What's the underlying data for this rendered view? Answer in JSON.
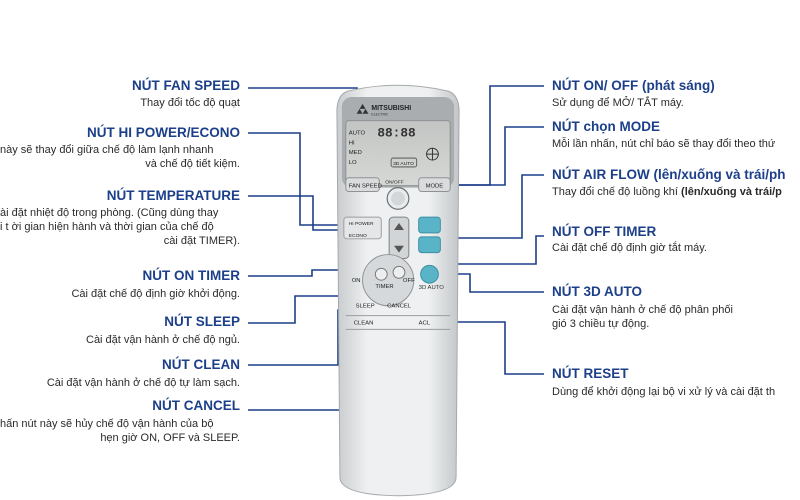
{
  "colors": {
    "title": "#1c3f8a",
    "line": "#1c3f8a",
    "accent": "#5ab4c8"
  },
  "left": [
    {
      "title": "NÚT FAN SPEED",
      "lines": [
        "Thay đổi tốc độ quạt"
      ]
    },
    {
      "title": "NÚT HI POWER/ECONO",
      "lines": [
        "này sẽ thay đổi giữa chế độ làm lạnh nhanh",
        "và chế độ tiết kiệm."
      ]
    },
    {
      "title": "NÚT TEMPERATURE",
      "lines": [
        "ài đặt nhiệt độ trong phòng. (Cũng dùng thay",
        "i t ời gian hiện hành và thời gian của chế độ",
        "cài đặt TIMER)."
      ]
    },
    {
      "title": "NÚT ON TIMER",
      "lines": [
        "Cài đặt chế độ định giờ khởi động."
      ]
    },
    {
      "title": "NÚT SLEEP",
      "lines": [
        "Cài đặt vận hành ở chế độ ngủ."
      ]
    },
    {
      "title": "NÚT CLEAN",
      "lines": [
        "Cài đặt vận hành ở chế độ tự làm sạch."
      ]
    },
    {
      "title": "NÚT CANCEL",
      "lines": [
        "hấn nút này sẽ hủy chế độ vận hành của bộ",
        "hẹn giờ ON, OFF và SLEEP."
      ]
    }
  ],
  "right": [
    {
      "title": "NÚT ON/ OFF (phát sáng)",
      "lines": [
        "Sử dụng để MỞ/ TẮT máy."
      ]
    },
    {
      "title": "NÚT chọn MODE",
      "lines": [
        "Mỗi lần nhấn, nút chỉ báo sẽ thay đổi theo thứ"
      ]
    },
    {
      "title": "NÚT AIR FLOW (lên/xuống và trái/ph",
      "lines": [
        "Thay đổi chế độ luồng khí"
      ],
      "bold": "(lên/xuống và trái/p"
    },
    {
      "title": "NÚT OFF TIMER",
      "lines": [
        "Cài đặt chế độ định giờ tắt máy."
      ]
    },
    {
      "title": "NÚT 3D AUTO",
      "lines": [
        "Cài đặt vận hành ở chế độ phân phối",
        "gió 3 chiều tự động."
      ]
    },
    {
      "title": "NÚT RESET",
      "lines": [
        "Dùng để khởi động lại bộ vi xử lý và cài đặt th"
      ]
    }
  ],
  "remote": {
    "brand": "MITSUBISHI",
    "brand_sub": "ELECTRIC",
    "lcd_modes": [
      "AUTO",
      "HI",
      "MED",
      "LO"
    ],
    "lcd_digits": "88:88",
    "lcd_3d": "3D AUTO",
    "btn_fan": "FAN SPEED",
    "btn_onoff": "ON/OFF",
    "btn_mode": "MODE",
    "btn_hipower": "HI POWER",
    "btn_econo": "ECONO",
    "btn_on": "ON",
    "btn_off": "OFF",
    "btn_timer": "TIMER",
    "btn_sleep": "SLEEP",
    "btn_cancel": "CANCEL",
    "btn_3d": "3D AUTO",
    "btn_clean": "CLEAN",
    "btn_acl": "ACL"
  }
}
